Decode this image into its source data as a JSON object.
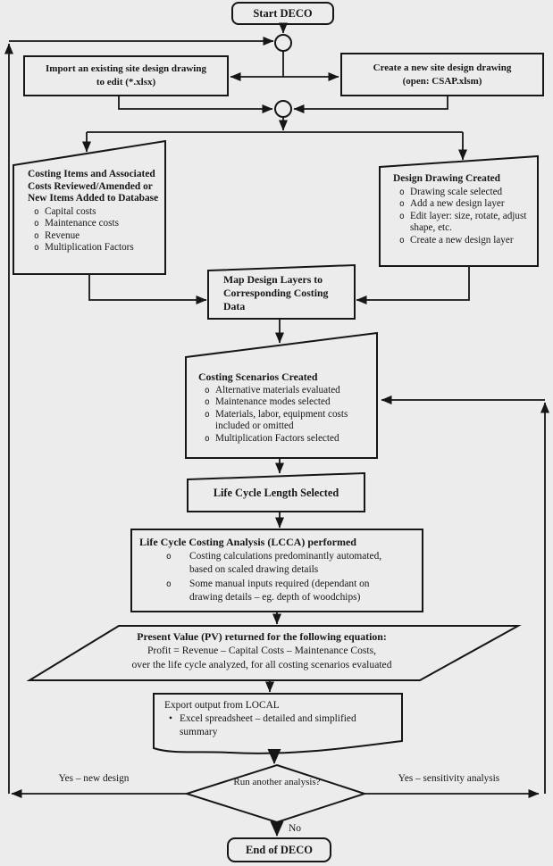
{
  "page": {
    "bg": "#ececec",
    "ink": "#161616"
  },
  "nodes": {
    "start": {
      "label": "Start DECO"
    },
    "import": {
      "line1": "Import an existing site design drawing",
      "line2": "to edit (*.xlsx)"
    },
    "create": {
      "line1": "Create a new site design drawing",
      "line2": "(open: CSAP.xlsm)"
    },
    "costing_items": {
      "title": "Costing Items and Associated Costs Reviewed/Amended or New Items Added to Database",
      "bullets": [
        "Capital costs",
        "Maintenance costs",
        "Revenue",
        "Multiplication Factors"
      ]
    },
    "design_drawing": {
      "title": "Design Drawing Created",
      "bullets": [
        "Drawing scale selected",
        "Add a new design layer",
        "Edit layer: size, rotate, adjust shape, etc.",
        "Create a new design layer"
      ]
    },
    "map_layers": {
      "title": "Map Design Layers to Corresponding Costing Data"
    },
    "scenarios": {
      "title": "Costing Scenarios Created",
      "bullets": [
        "Alternative materials evaluated",
        "Maintenance modes selected",
        "Materials, labor, equipment costs included or omitted",
        "Multiplication Factors selected"
      ]
    },
    "life_cycle_length": {
      "label": "Life Cycle Length Selected"
    },
    "lcca": {
      "title": "Life Cycle Costing Analysis (LCCA) performed",
      "bullets": [
        "Costing calculations predominantly automated, based on scaled drawing details",
        "Some manual inputs required (dependant on drawing details – eg. depth of woodchips)"
      ]
    },
    "present_value": {
      "line1": "Present Value (PV) returned for the following equation:",
      "line2": "Profit = Revenue – Capital Costs – Maintenance Costs,",
      "line3": "over the life cycle analyzed, for all costing scenarios evaluated"
    },
    "export": {
      "line1": "Export output from LOCAL",
      "bullets": [
        "Excel spreadsheet – detailed and simplified summary"
      ]
    },
    "decision": {
      "label": "Run another analysis?"
    },
    "end": {
      "label": "End of DECO"
    }
  },
  "edges": {
    "yes_new_design": "Yes – new design",
    "yes_sensitivity": "Yes – sensitivity analysis",
    "no": "No"
  }
}
